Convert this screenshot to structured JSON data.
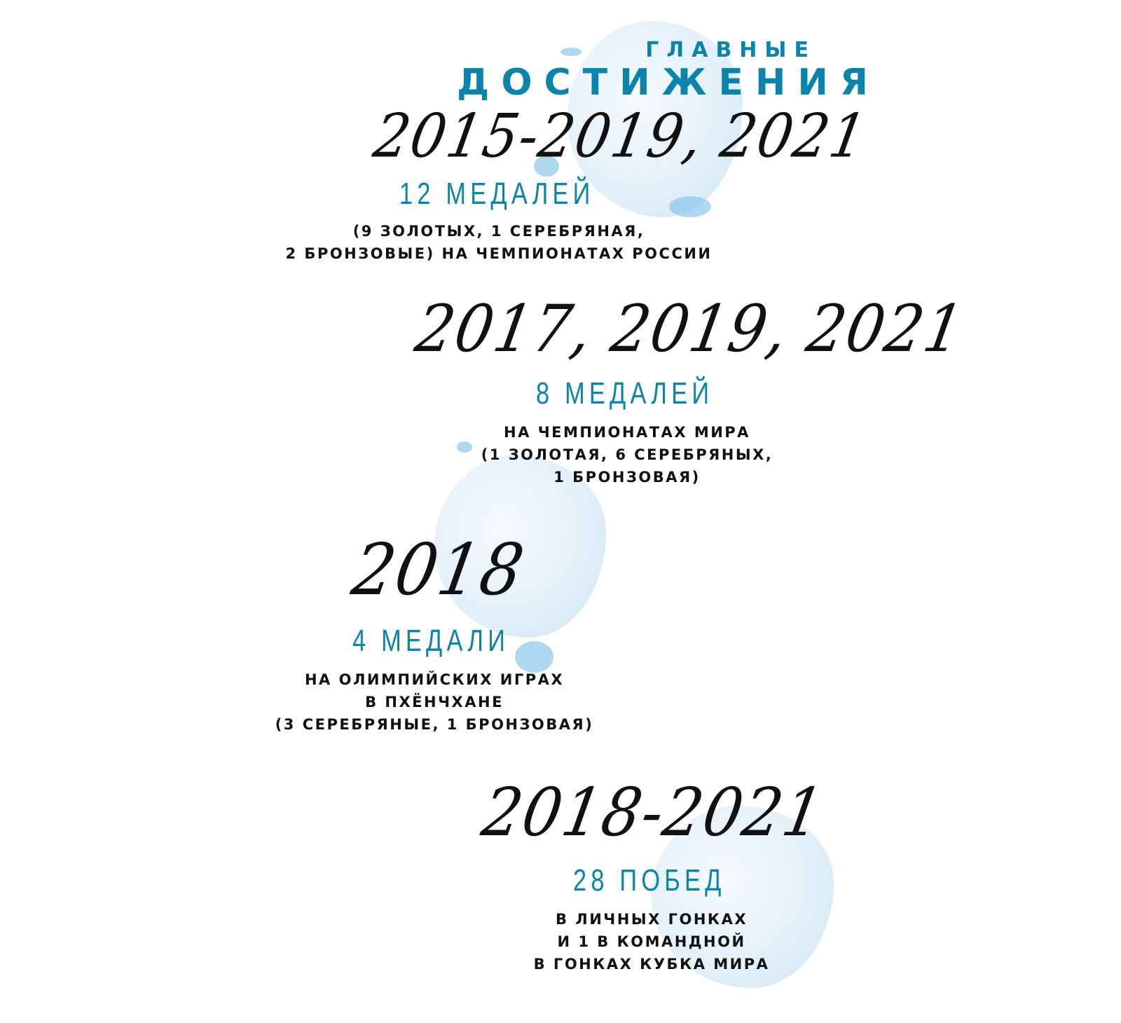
{
  "header": {
    "title_line1": "ГЛАВНЫЕ",
    "title_line2": "ДОСТИЖЕНИЯ"
  },
  "achievements": [
    {
      "years": "2015-2019, 2021",
      "count": "12 МЕДАЛЕЙ",
      "lines": [
        "(9 ЗОЛОТЫХ, 1 СЕРЕБРЯНАЯ,",
        "2 БРОНЗОВЫЕ) НА ЧЕМПИОНАТАХ РОССИИ"
      ]
    },
    {
      "years": "2017, 2019, 2021",
      "count": "8 МЕДАЛЕЙ",
      "lines": [
        "НА ЧЕМПИОНАТАХ МИРА",
        "(1 ЗОЛОТАЯ, 6 СЕРЕБРЯНЫХ,",
        "1 БРОНЗОВАЯ)"
      ]
    },
    {
      "years": "2018",
      "count": "4 МЕДАЛИ",
      "lines": [
        "НА ОЛИМПИЙСКИХ ИГРАХ",
        "В ПХЁНЧХАНЕ",
        "(3 СЕРЕБРЯНЫЕ, 1 БРОНЗОВАЯ)"
      ]
    },
    {
      "years": "2018-2021",
      "count": "28 ПОБЕД",
      "lines": [
        "В ЛИЧНЫХ ГОНКАХ",
        "И 1 В КОМАНДНОЙ",
        "В ГОНКАХ КУБКА МИРА"
      ]
    }
  ],
  "colors": {
    "accent": "#0a84aa",
    "text": "#111111"
  }
}
